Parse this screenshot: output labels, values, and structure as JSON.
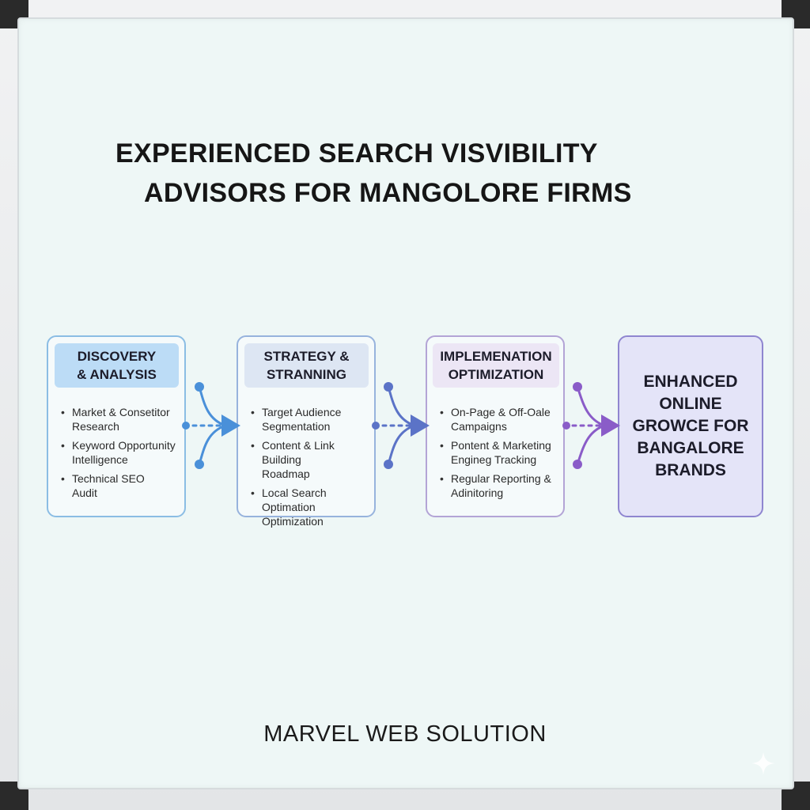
{
  "title": {
    "line1": "EXPERIENCED SEARCH VISVIBILITY",
    "line2": "ADVISORS FOR MANGOLORE FIRMS"
  },
  "steps": [
    {
      "heading": "DISCOVERY\n& ANALYSIS",
      "items": [
        "Market & Consetitor\nResearch",
        "Keyword Opportunity\nIntelligence",
        "Technical SEO\nAudit"
      ]
    },
    {
      "heading": "STRATEGY &\nSTRANNING",
      "items": [
        "Target Audience\nSegmentation",
        "Content & Link Building\nRoadmap",
        "Local Search Optimation\nOptimization"
      ]
    },
    {
      "heading": "IMPLEMENATION\nOPTIMIZATION",
      "items": [
        "On-Page & Off-Oale\nCampaigns",
        "Pontent & Marketing\nEngineg Tracking",
        "Regular Reporting &\nAdinitoring"
      ]
    }
  ],
  "result": {
    "text": "ENHANCED\nONLINE\nGROWCE FOR\nBANGALORE\nBRANDS"
  },
  "footer": "MARVEL WEB SOLUTION",
  "colors": {
    "connector_1": "#4a90d9",
    "connector_2": "#5b73c7",
    "connector_3": "#8a5cc8",
    "result_fill": "#e4e4f8"
  },
  "icons": {
    "watermark": "sparkle-icon"
  }
}
